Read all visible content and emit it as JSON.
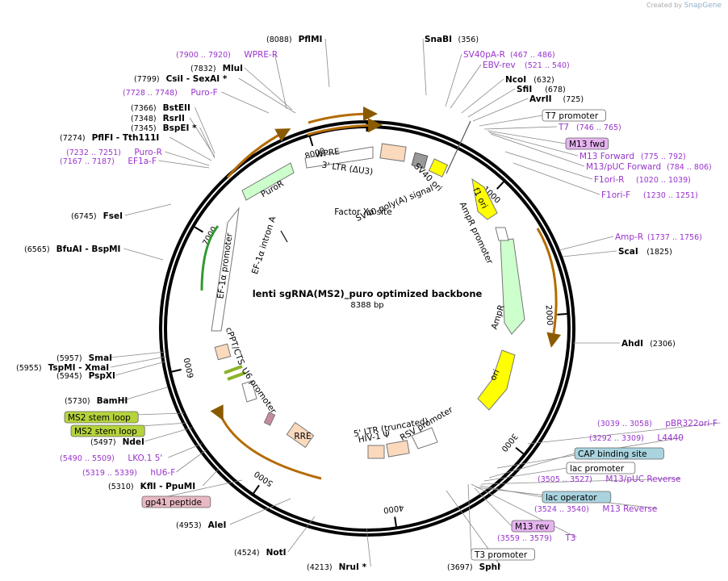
{
  "header": {
    "credit_prefix": "Created by",
    "credit_app": "SnapGene"
  },
  "plasmid": {
    "name": "lenti sgRNA(MS2)_puro optimized backbone",
    "length_label": "8388 bp",
    "length": 8388
  },
  "ruler": [
    "1000",
    "2000",
    "3000",
    "4000",
    "5000",
    "6000",
    "7000",
    "8000"
  ],
  "colors": {
    "site": "#000000",
    "primer": "#9933cc",
    "feature_yellow": "#ffff00",
    "feature_green": "#ccffcc",
    "feature_tan": "#fbd9bd",
    "arrow_orange": "#b36b00",
    "feature_tag_purple": "#e6b3f0",
    "feature_tag_blue": "#a9d4df",
    "feature_tag_lime": "#b5d33c",
    "feature_tag_pink": "#e8b9c3"
  },
  "labels": [
    {
      "pos": "(8088)",
      "name": "PflMI",
      "type": "site"
    },
    {
      "pos": "(356)",
      "name": "SnaBI",
      "type": "site"
    },
    {
      "pos": "(7900 .. 7920)",
      "name": "WPRE-R",
      "type": "primer"
    },
    {
      "pos": "(467 .. 486)",
      "name": "SV40pA-R",
      "type": "primer"
    },
    {
      "pos": "(7832)",
      "name": "MluI",
      "type": "site"
    },
    {
      "pos": "(521 .. 540)",
      "name": "EBV-rev",
      "type": "primer"
    },
    {
      "pos": "(7799)",
      "name": "CsiI - SexAI *",
      "type": "site"
    },
    {
      "pos": "(632)",
      "name": "NcoI",
      "type": "site"
    },
    {
      "pos": "(7728 .. 7748)",
      "name": "Puro-F",
      "type": "primer"
    },
    {
      "pos": "(678)",
      "name": "SfiI",
      "type": "site"
    },
    {
      "pos": "(725)",
      "name": "AvrII",
      "type": "site"
    },
    {
      "pos": "(7366)",
      "name": "BstEII",
      "type": "site"
    },
    {
      "pos": "",
      "name": "T7 promoter",
      "type": "tag-white"
    },
    {
      "pos": "(7348)",
      "name": "RsrII",
      "type": "site"
    },
    {
      "pos": "(7345)",
      "name": "BspEI *",
      "type": "site"
    },
    {
      "pos": "(746 .. 765)",
      "name": "T7",
      "type": "primer"
    },
    {
      "pos": "(7274)",
      "name": "PflFI - Tth111I",
      "type": "site"
    },
    {
      "pos": "",
      "name": "M13 fwd",
      "type": "tag-purple"
    },
    {
      "pos": "(7232 .. 7251)",
      "name": "Puro-R",
      "type": "primer"
    },
    {
      "pos": "(775 .. 792)",
      "name": "M13 Forward",
      "type": "primer"
    },
    {
      "pos": "(7167 .. 7187)",
      "name": "EF1a-F",
      "type": "primer"
    },
    {
      "pos": "(784 .. 806)",
      "name": "M13/pUC Forward",
      "type": "primer"
    },
    {
      "pos": "(1020 .. 1039)",
      "name": "F1ori-R",
      "type": "primer"
    },
    {
      "pos": "(1230 .. 1251)",
      "name": "F1ori-F",
      "type": "primer"
    },
    {
      "pos": "(6745)",
      "name": "FseI",
      "type": "site"
    },
    {
      "pos": "(1737 .. 1756)",
      "name": "Amp-R",
      "type": "primer"
    },
    {
      "pos": "(6565)",
      "name": "BfuAI - BspMI",
      "type": "site"
    },
    {
      "pos": "(1825)",
      "name": "ScaI",
      "type": "site"
    },
    {
      "pos": "(2306)",
      "name": "AhdI",
      "type": "site"
    },
    {
      "pos": "(5957)",
      "name": "SmaI",
      "type": "site"
    },
    {
      "pos": "(5955)",
      "name": "TspMI - XmaI",
      "type": "site"
    },
    {
      "pos": "(5945)",
      "name": "PspXI",
      "type": "site"
    },
    {
      "pos": "(5730)",
      "name": "BamHI",
      "type": "site"
    },
    {
      "pos": "",
      "name": "MS2 stem loop",
      "type": "tag-lime"
    },
    {
      "pos": "",
      "name": "MS2 stem loop",
      "type": "tag-lime"
    },
    {
      "pos": "(5497)",
      "name": "NdeI",
      "type": "site"
    },
    {
      "pos": "(5490 .. 5509)",
      "name": "LKO.1 5'",
      "type": "primer"
    },
    {
      "pos": "(5319 .. 5339)",
      "name": "hU6-F",
      "type": "primer"
    },
    {
      "pos": "(5310)",
      "name": "KflI - PpuMI",
      "type": "site"
    },
    {
      "pos": "",
      "name": "gp41 peptide",
      "type": "tag-pink"
    },
    {
      "pos": "(4953)",
      "name": "AleI",
      "type": "site"
    },
    {
      "pos": "(4524)",
      "name": "NotI",
      "type": "site"
    },
    {
      "pos": "(4213)",
      "name": "NruI *",
      "type": "site"
    },
    {
      "pos": "(3697)",
      "name": "SphI",
      "type": "site"
    },
    {
      "pos": "",
      "name": "T3 promoter",
      "type": "tag-white"
    },
    {
      "pos": "(3559 .. 3579)",
      "name": "T3",
      "type": "primer"
    },
    {
      "pos": "",
      "name": "M13 rev",
      "type": "tag-purple"
    },
    {
      "pos": "(3524 .. 3540)",
      "name": "M13 Reverse",
      "type": "primer"
    },
    {
      "pos": "",
      "name": "lac operator",
      "type": "tag-blue"
    },
    {
      "pos": "(3505 .. 3527)",
      "name": "M13/pUC Reverse",
      "type": "primer"
    },
    {
      "pos": "",
      "name": "lac promoter",
      "type": "tag-white"
    },
    {
      "pos": "",
      "name": "CAP binding site",
      "type": "tag-blue"
    },
    {
      "pos": "(3292 .. 3309)",
      "name": "L4440",
      "type": "primer"
    },
    {
      "pos": "(3039 .. 3058)",
      "name": "pBR322ori-F",
      "type": "primer"
    }
  ],
  "features": [
    {
      "name": "WPRE"
    },
    {
      "name": "3' LTR (ΔU3)"
    },
    {
      "name": "SV40 poly(A) signal"
    },
    {
      "name": "SV40 ori"
    },
    {
      "name": "f1 ori"
    },
    {
      "name": "AmpR promoter"
    },
    {
      "name": "AmpR"
    },
    {
      "name": "ori"
    },
    {
      "name": "PuroR"
    },
    {
      "name": "EF-1α promoter"
    },
    {
      "name": "EF-1α intron A"
    },
    {
      "name": "Factor Xa site"
    },
    {
      "name": "cPPT/CTS"
    },
    {
      "name": "U6 promoter"
    },
    {
      "name": "RRE"
    },
    {
      "name": "5' LTR (truncated)"
    },
    {
      "name": "HIV-1 Ψ"
    },
    {
      "name": "RSV promoter"
    }
  ]
}
